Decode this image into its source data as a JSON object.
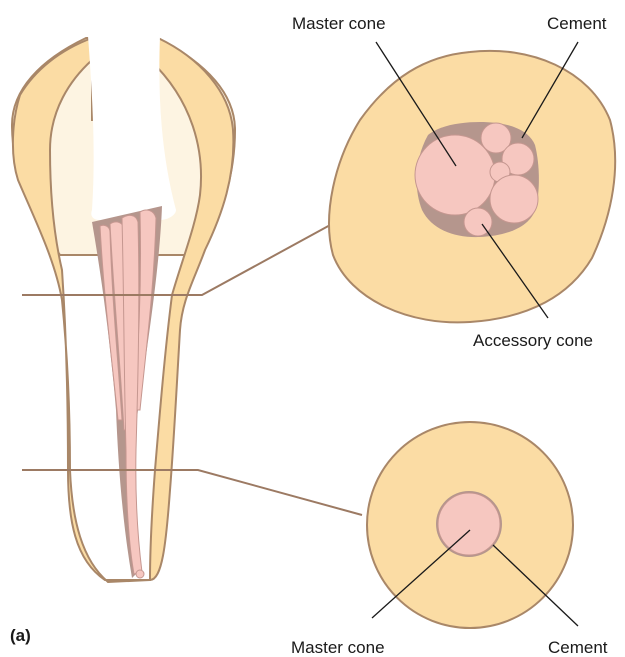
{
  "labels": {
    "top_master_cone": "Master cone",
    "top_cement": "Cement",
    "top_accessory_cone": "Accessory cone",
    "bottom_master_cone": "Master cone",
    "bottom_cement": "Cement",
    "panel": "(a)"
  },
  "colors": {
    "dentin": "#fbdca4",
    "dentin_outline": "#a98768",
    "enamel": "#fdf4e2",
    "gutta_percha": "#f6c7c0",
    "cone_outline": "#c59790",
    "cement": "#b5968d",
    "leader": "#9c7a63"
  }
}
